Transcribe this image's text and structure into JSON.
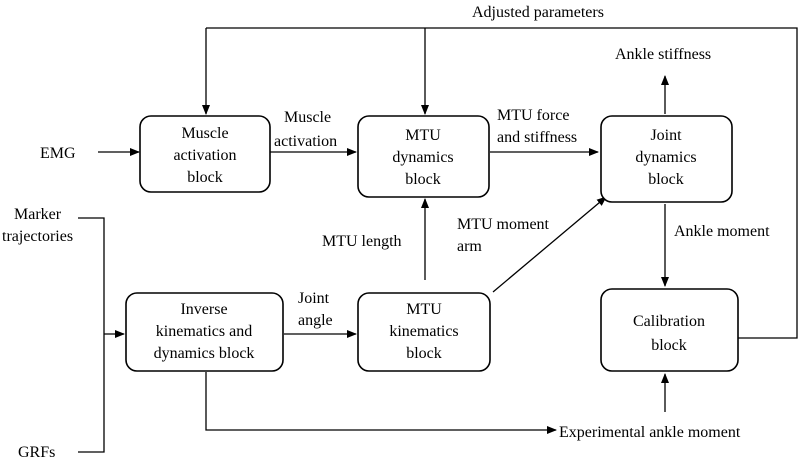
{
  "blocks": {
    "muscle_activation": [
      "Muscle",
      "activation",
      "block"
    ],
    "mtu_dynamics": [
      "MTU",
      "dynamics",
      "block"
    ],
    "joint_dynamics": [
      "Joint",
      "dynamics",
      "block"
    ],
    "inverse_kinematics": [
      "Inverse",
      "kinematics and",
      "dynamics block"
    ],
    "mtu_kinematics": [
      "MTU",
      "kinematics",
      "block"
    ],
    "calibration": [
      "Calibration",
      "block"
    ]
  },
  "labels": {
    "adjusted_parameters": "Adjusted parameters",
    "ankle_stiffness": "Ankle stiffness",
    "emg": "EMG",
    "muscle_activation": [
      "Muscle",
      "activation"
    ],
    "mtu_force_stiffness": [
      "MTU force",
      "and stiffness"
    ],
    "marker_trajectories": [
      "Marker",
      "trajectories"
    ],
    "mtu_moment_arm": [
      "MTU moment",
      "arm"
    ],
    "mtu_length": "MTU length",
    "ankle_moment": "Ankle moment",
    "joint_angle": [
      "Joint",
      "angle"
    ],
    "grfs": "GRFs",
    "experimental_ankle_moment": "Experimental ankle moment"
  }
}
